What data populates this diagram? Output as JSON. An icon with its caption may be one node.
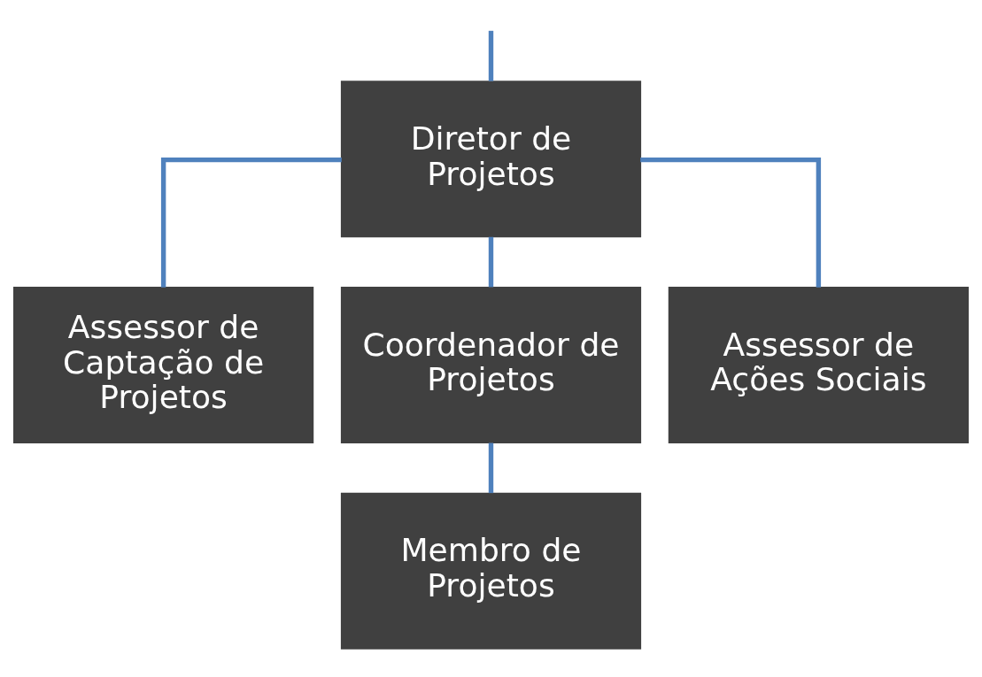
{
  "diagram": {
    "nodes": [
      {
        "text": [
          "Diretor de Projetos"
        ]
      },
      {
        "text": [
          "Assessor de Captação de Projetos"
        ]
      },
      {
        "text": [
          "Coordenador de Projetos"
        ]
      },
      {
        "text": [
          "Assessor de Ações Sociais"
        ]
      },
      {
        "text": [
          "Membro de Projetos"
        ]
      }
    ],
    "edges": [
      {
        "from": null,
        "to": 0,
        "arrow": "none"
      },
      {
        "from": 0,
        "to": 1,
        "arrow": "none"
      },
      {
        "from": 0,
        "to": 2,
        "arrow": "none"
      },
      {
        "from": 0,
        "to": 3,
        "arrow": "none"
      },
      {
        "from": 2,
        "to": 4,
        "arrow": "none"
      }
    ]
  }
}
